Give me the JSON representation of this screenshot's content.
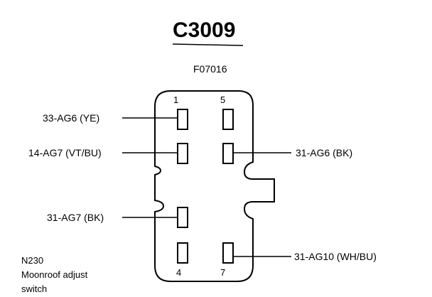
{
  "title": "C3009",
  "part_number": "F07016",
  "pin_numbers": {
    "p1": "1",
    "p5": "5",
    "p4": "4",
    "p7": "7"
  },
  "wires": {
    "left_1": "33-AG6 (YE)",
    "left_2": "14-AG7 (VT/BU)",
    "left_3": "31-AG7 (BK)",
    "right_1": "31-AG6 (BK)",
    "right_2": "31-AG10 (WH/BU)"
  },
  "component": {
    "code": "N230",
    "line1": "Moonroof adjust",
    "line2": "switch"
  }
}
